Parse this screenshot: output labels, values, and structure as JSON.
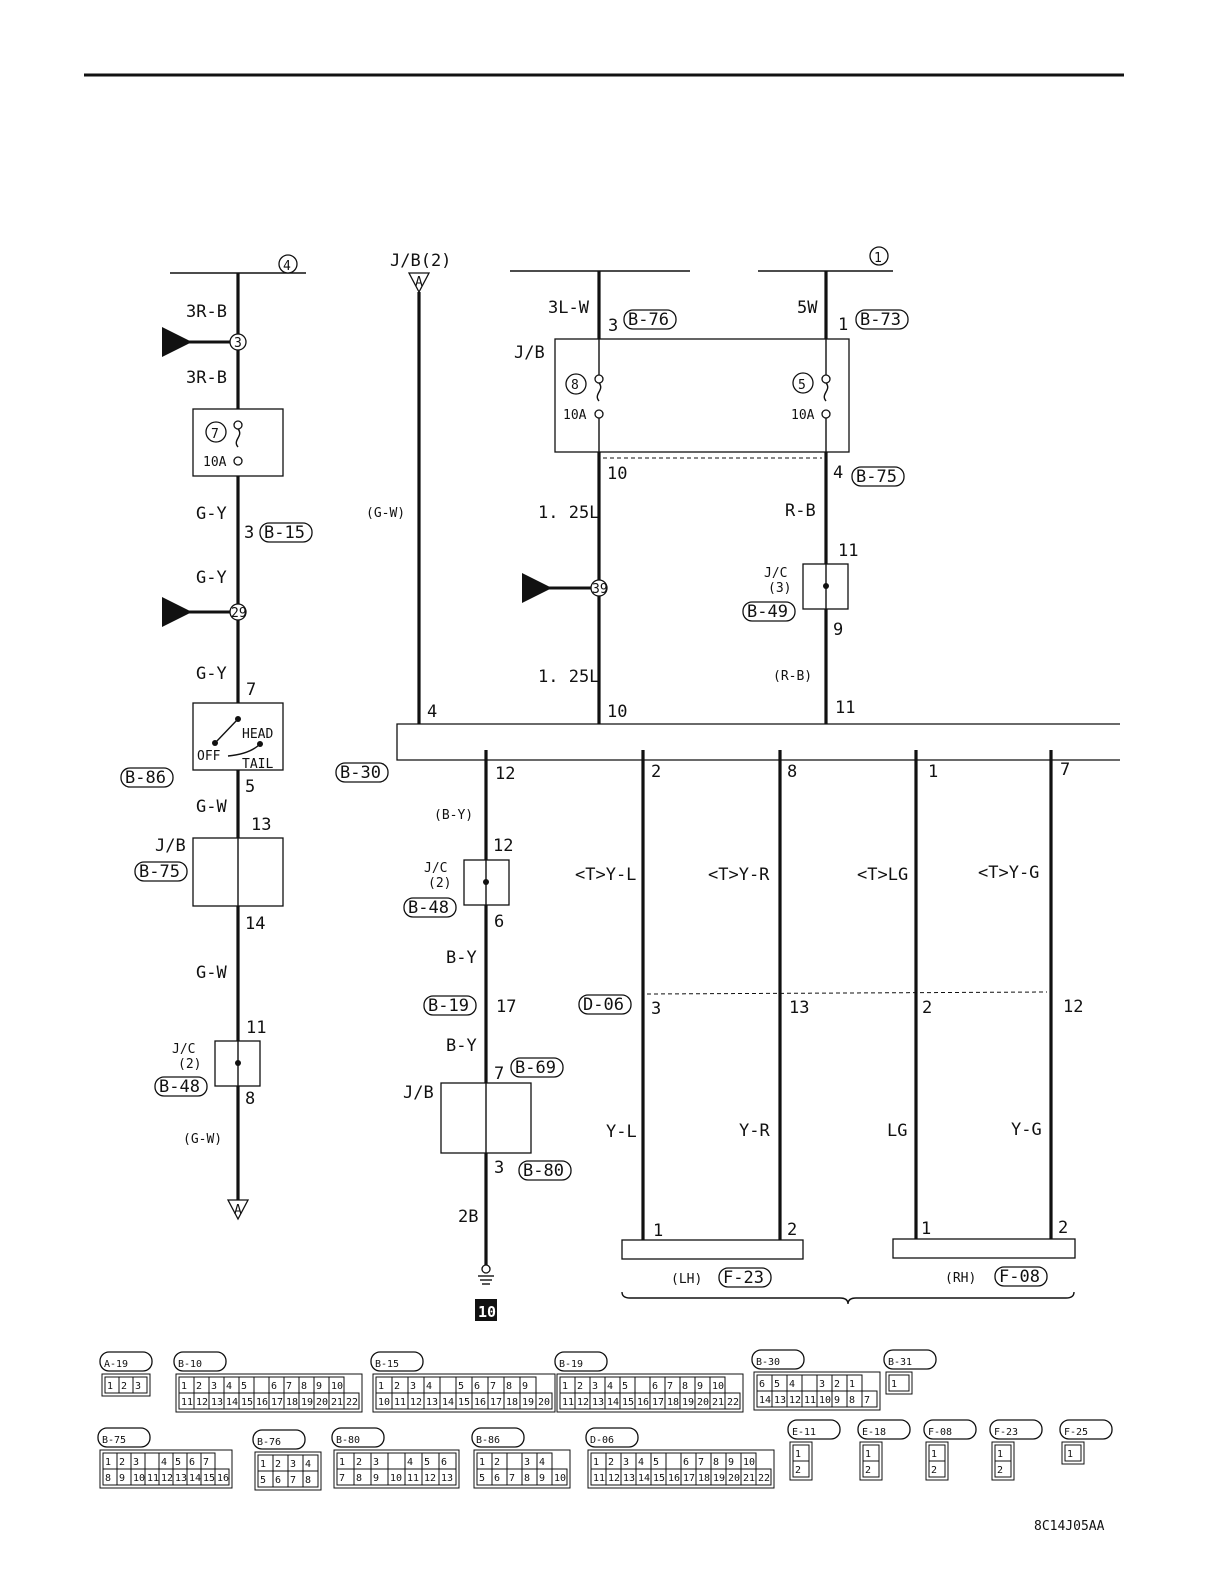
{
  "labels": {
    "circle4": "4",
    "circle1": "1",
    "jb2": "J/B(2)",
    "A": "A",
    "jb": "J/B",
    "jc2": "J/C",
    "jc2n": "(2)",
    "jc3": "J/C",
    "jc3n": "(3)",
    "fuse7": "7",
    "fuse8": "8",
    "fuse5": "5",
    "amp": "10A",
    "head": "HEAD",
    "off": "OFF",
    "tail": "TAIL",
    "lh": "(LH)",
    "rh": "(RH)",
    "ground": "10",
    "fig_code": "8C14J05AA"
  },
  "wires": {
    "3RB": "3R-B",
    "GY": "G-Y",
    "GW": "G-W",
    "GWp": "(G-W)",
    "3LW": "3L-W",
    "5W": "5W",
    "L125": "1. 25L",
    "RB": "R-B",
    "RBp": "(R-B)",
    "BYp": "(B-Y)",
    "BY": "B-Y",
    "2B": "2B",
    "TYL": "<T>Y-L",
    "TYR": "<T>Y-R",
    "TLG": "<T>LG",
    "TYG": "<T>Y-G",
    "YL": "Y-L",
    "YR": "Y-R",
    "LG": "LG",
    "YG": "Y-G"
  },
  "pins": {
    "p3": "3",
    "p1": "1",
    "p10": "10",
    "p4": "4",
    "p11": "11",
    "p9": "9",
    "p7": "7",
    "p5": "5",
    "p13": "13",
    "p14": "14",
    "p8": "8",
    "p12": "12",
    "p6": "6",
    "p17": "17",
    "p2": "2"
  },
  "splices": {
    "s3": "3",
    "s29": "29",
    "s39": "39"
  },
  "refs": {
    "B76": "B-76",
    "B73": "B-73",
    "B75": "B-75",
    "B15": "B-15",
    "B49": "B-49",
    "B86": "B-86",
    "B48": "B-48",
    "B30": "B-30",
    "B19": "B-19",
    "B69": "B-69",
    "B80": "B-80",
    "D06": "D-06",
    "F23": "F-23",
    "F08": "F-08"
  },
  "connectors": [
    {
      "code": "A-19",
      "rows": [
        [
          "1",
          "2",
          "3"
        ]
      ]
    },
    {
      "code": "B-10",
      "rows": [
        [
          "1",
          "2",
          "3",
          "4",
          "5",
          "",
          "6",
          "7",
          "8",
          "9",
          "10"
        ],
        [
          "11",
          "12",
          "13",
          "14",
          "15",
          "16",
          "17",
          "18",
          "19",
          "20",
          "21",
          "22"
        ]
      ]
    },
    {
      "code": "B-15",
      "rows": [
        [
          "1",
          "2",
          "3",
          "4",
          "",
          "5",
          "6",
          "7",
          "8",
          "9"
        ],
        [
          "10",
          "11",
          "12",
          "13",
          "14",
          "15",
          "16",
          "17",
          "18",
          "19",
          "20"
        ]
      ]
    },
    {
      "code": "B-19",
      "rows": [
        [
          "1",
          "2",
          "3",
          "4",
          "5",
          "",
          "6",
          "7",
          "8",
          "9",
          "10"
        ],
        [
          "11",
          "12",
          "13",
          "14",
          "15",
          "16",
          "17",
          "18",
          "19",
          "20",
          "21",
          "22"
        ]
      ]
    },
    {
      "code": "B-30",
      "rows": [
        [
          "6",
          "5",
          "4",
          "",
          "3",
          "2",
          "1"
        ],
        [
          "14",
          "13",
          "12",
          "11",
          "10",
          "9",
          "8",
          "7"
        ]
      ]
    },
    {
      "code": "B-31",
      "rows": [
        [
          "1"
        ]
      ]
    },
    {
      "code": "B-75",
      "rows": [
        [
          "1",
          "2",
          "3",
          "",
          "4",
          "5",
          "6",
          "7"
        ],
        [
          "8",
          "9",
          "10",
          "11",
          "12",
          "13",
          "14",
          "15",
          "16"
        ]
      ]
    },
    {
      "code": "B-76",
      "rows": [
        [
          "1",
          "2",
          "3",
          "4"
        ],
        [
          "5",
          "6",
          "7",
          "8"
        ]
      ]
    },
    {
      "code": "B-80",
      "rows": [
        [
          "1",
          "2",
          "3",
          "",
          "4",
          "5",
          "6"
        ],
        [
          "7",
          "8",
          "9",
          "10",
          "11",
          "12",
          "13"
        ]
      ]
    },
    {
      "code": "B-86",
      "rows": [
        [
          "1",
          "2",
          "",
          "3",
          "4"
        ],
        [
          "5",
          "6",
          "7",
          "8",
          "9",
          "10"
        ]
      ]
    },
    {
      "code": "D-06",
      "rows": [
        [
          "1",
          "2",
          "3",
          "4",
          "5",
          "",
          "6",
          "7",
          "8",
          "9",
          "10"
        ],
        [
          "11",
          "12",
          "13",
          "14",
          "15",
          "16",
          "17",
          "18",
          "19",
          "20",
          "21",
          "22"
        ]
      ]
    },
    {
      "code": "E-11",
      "rows": [
        [
          "1"
        ],
        [
          "2"
        ]
      ]
    },
    {
      "code": "E-18",
      "rows": [
        [
          "1"
        ],
        [
          "2"
        ]
      ]
    },
    {
      "code": "F-08",
      "rows": [
        [
          "1"
        ],
        [
          "2"
        ]
      ]
    },
    {
      "code": "F-23",
      "rows": [
        [
          "1"
        ],
        [
          "2"
        ]
      ]
    },
    {
      "code": "F-25",
      "rows": [
        [
          "1"
        ]
      ]
    }
  ]
}
